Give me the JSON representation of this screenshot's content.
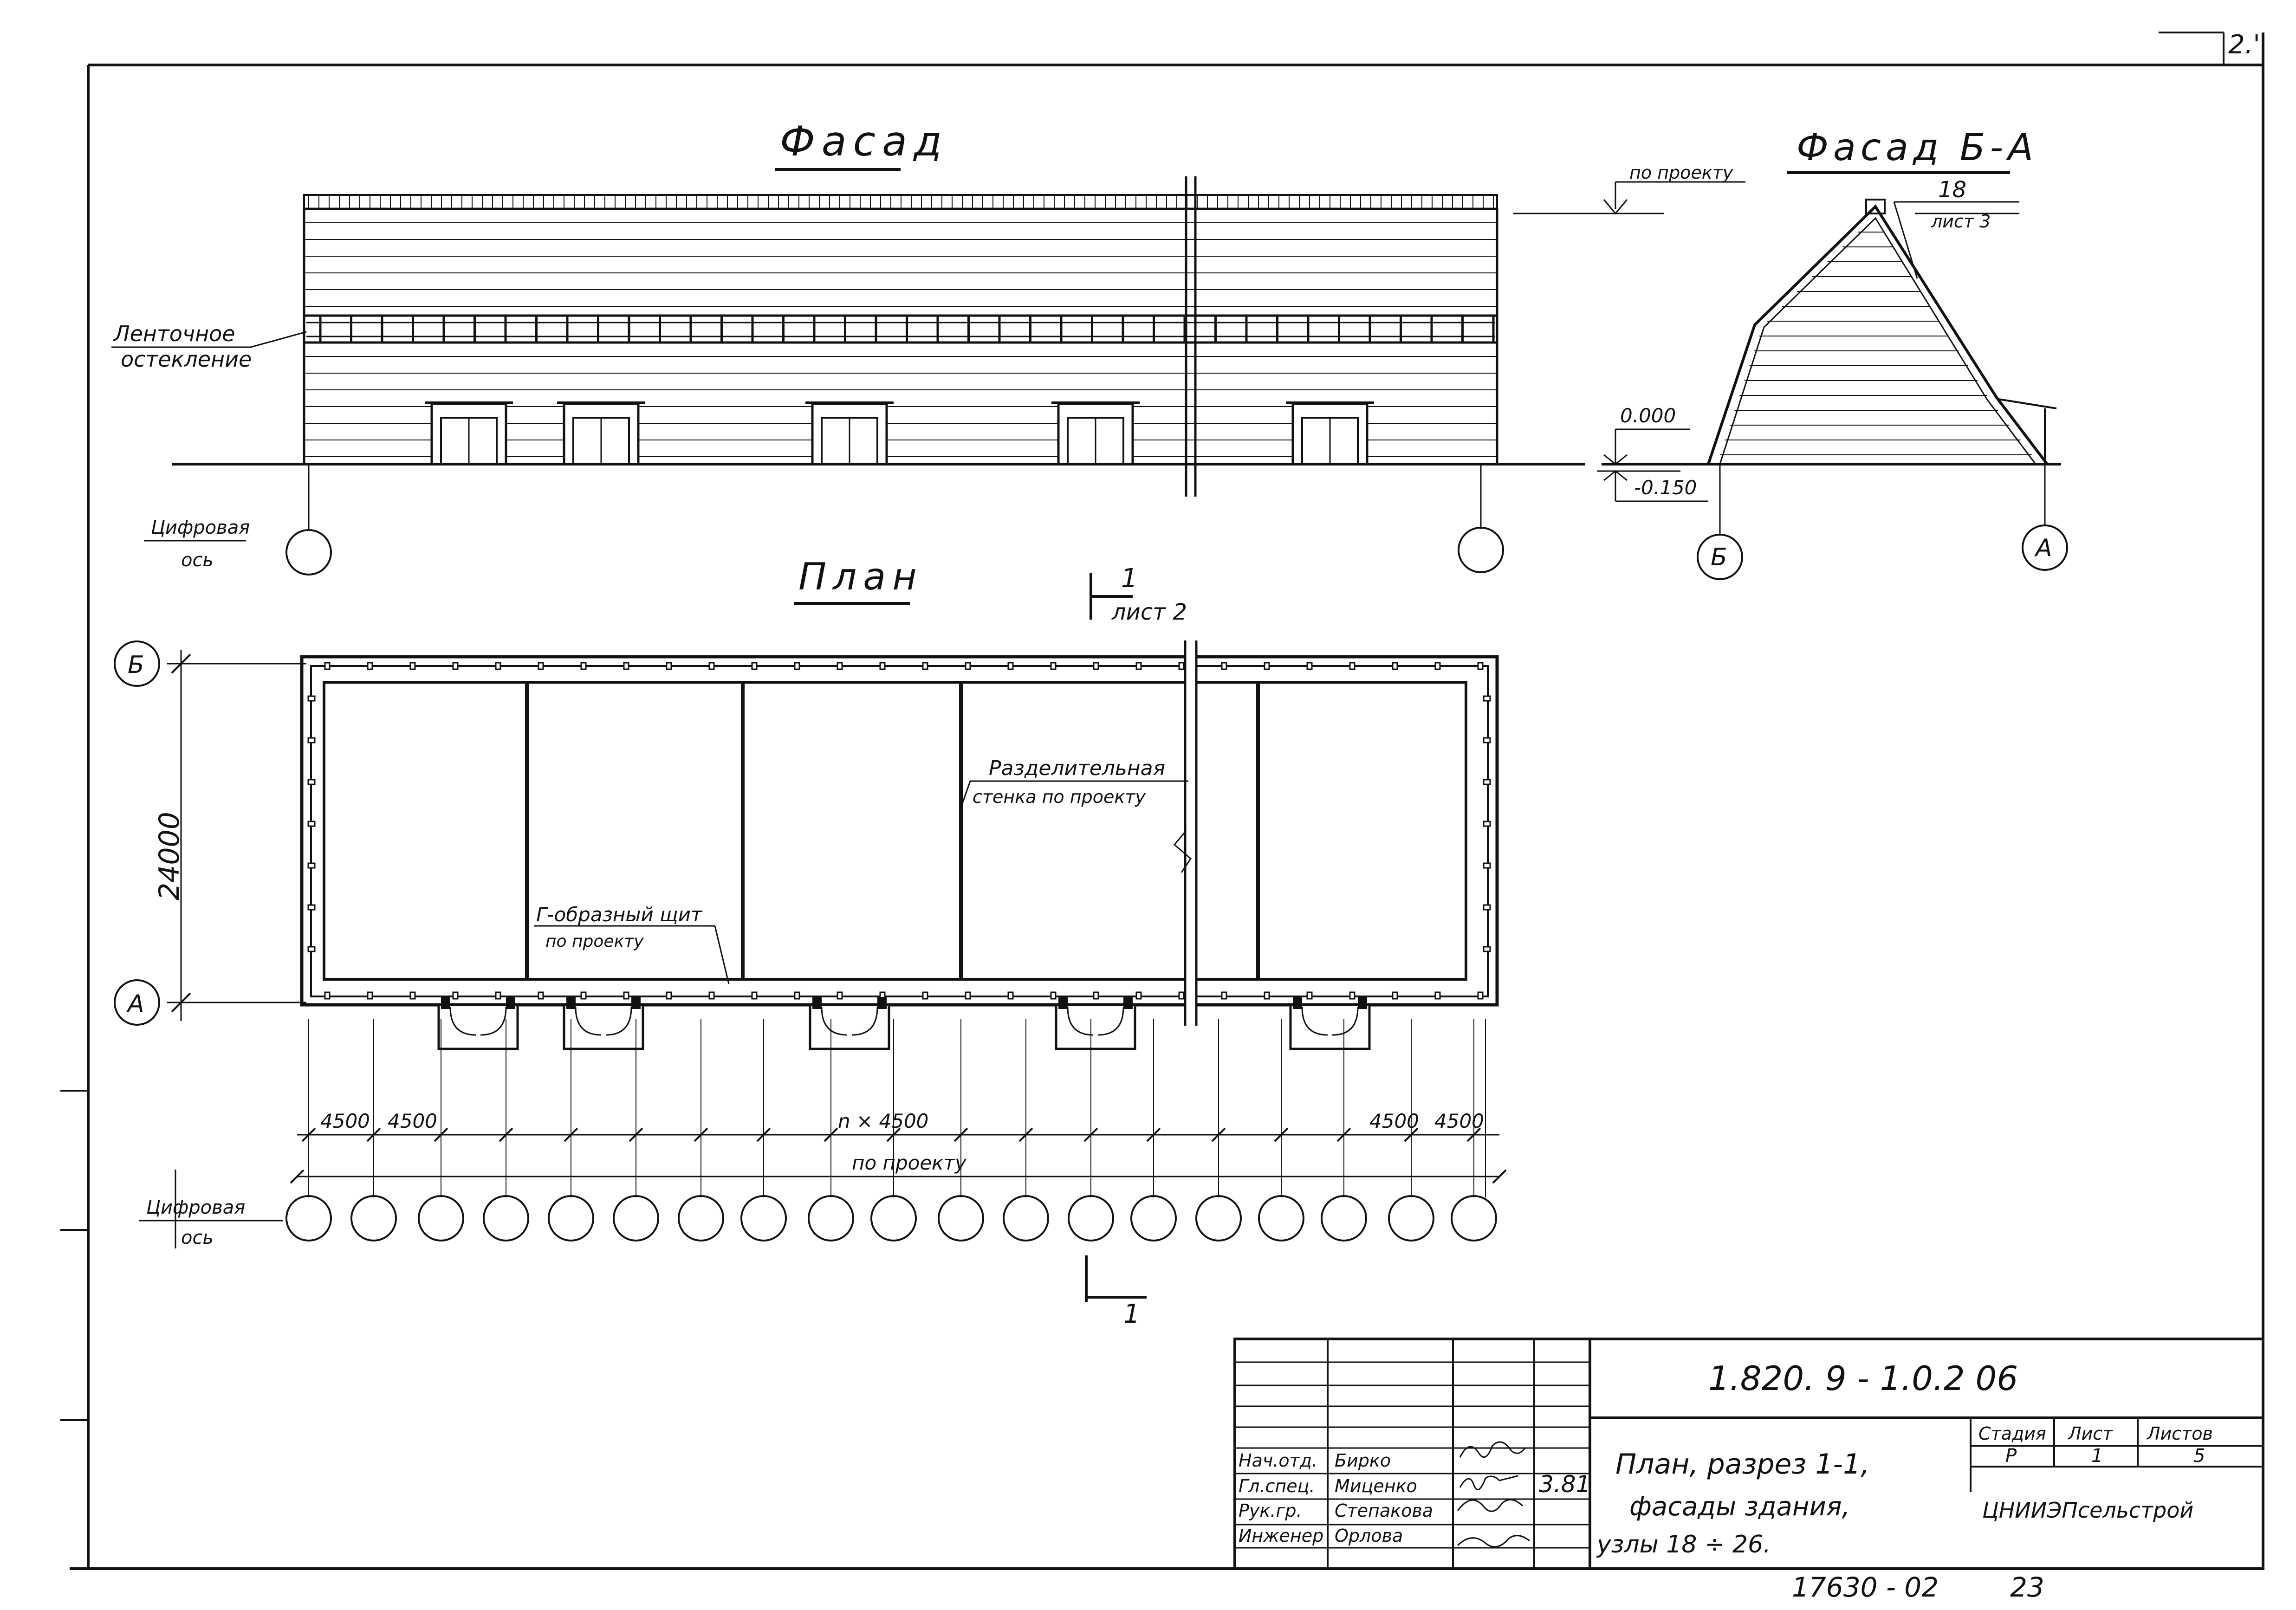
{
  "facade": {
    "title": "Фасад",
    "glazing_label_1": "Ленточное",
    "glazing_label_2": "остекление",
    "axis_label_1": "Цифровая",
    "axis_label_2": "ось"
  },
  "facade_ba": {
    "title": "Фасад Б-А",
    "po_proektu": "по проекту",
    "node_ref": "18",
    "node_sheet": "лист 3",
    "level_top": "0.000",
    "level_bottom": "-0.150",
    "axis_b": "Б",
    "axis_a": "А"
  },
  "plan": {
    "title": "План",
    "section_mark_top": "1",
    "section_sheet": "лист 2",
    "section_mark_bottom": "1",
    "axis_b": "Б",
    "axis_a": "А",
    "dimension_24000": "24000",
    "wall_label_1": "Разделительная",
    "wall_label_2": "стенка по проекту",
    "shield_label_1": "Г-образный щит",
    "shield_label_2": "по проекту",
    "dim_4500_1": "4500",
    "dim_4500_2": "4500",
    "dim_n4500": "n × 4500",
    "dim_4500_3": "4500",
    "dim_4500_4": "4500",
    "dim_po_proektu": "по проекту",
    "axis_label_1": "Цифровая",
    "axis_label_2": "ось"
  },
  "stamp": {
    "doc_code": "1.820. 9 - 1.0.2 06",
    "rows": [
      {
        "role": "Нач.отд.",
        "name": "Бирко"
      },
      {
        "role": "Гл.спец.",
        "name": "Миценко"
      },
      {
        "role": "Рук.гр.",
        "name": "Степакова"
      },
      {
        "role": "Инженер",
        "name": "Орлова"
      }
    ],
    "date_mark": "3.81",
    "title_1": "План, разрез 1-1,",
    "title_2": "фасады здания,",
    "title_3": "узлы 18 ÷ 26.",
    "stage_header": "Стадия",
    "sheet_header": "Лист",
    "sheets_header": "Листов",
    "stage": "Р",
    "sheet": "1",
    "sheets": "5",
    "org": "ЦНИИЭПсельстрой"
  },
  "footer": {
    "inventory": "17630 - 02",
    "page": "23"
  },
  "corner_mark": "2.'"
}
